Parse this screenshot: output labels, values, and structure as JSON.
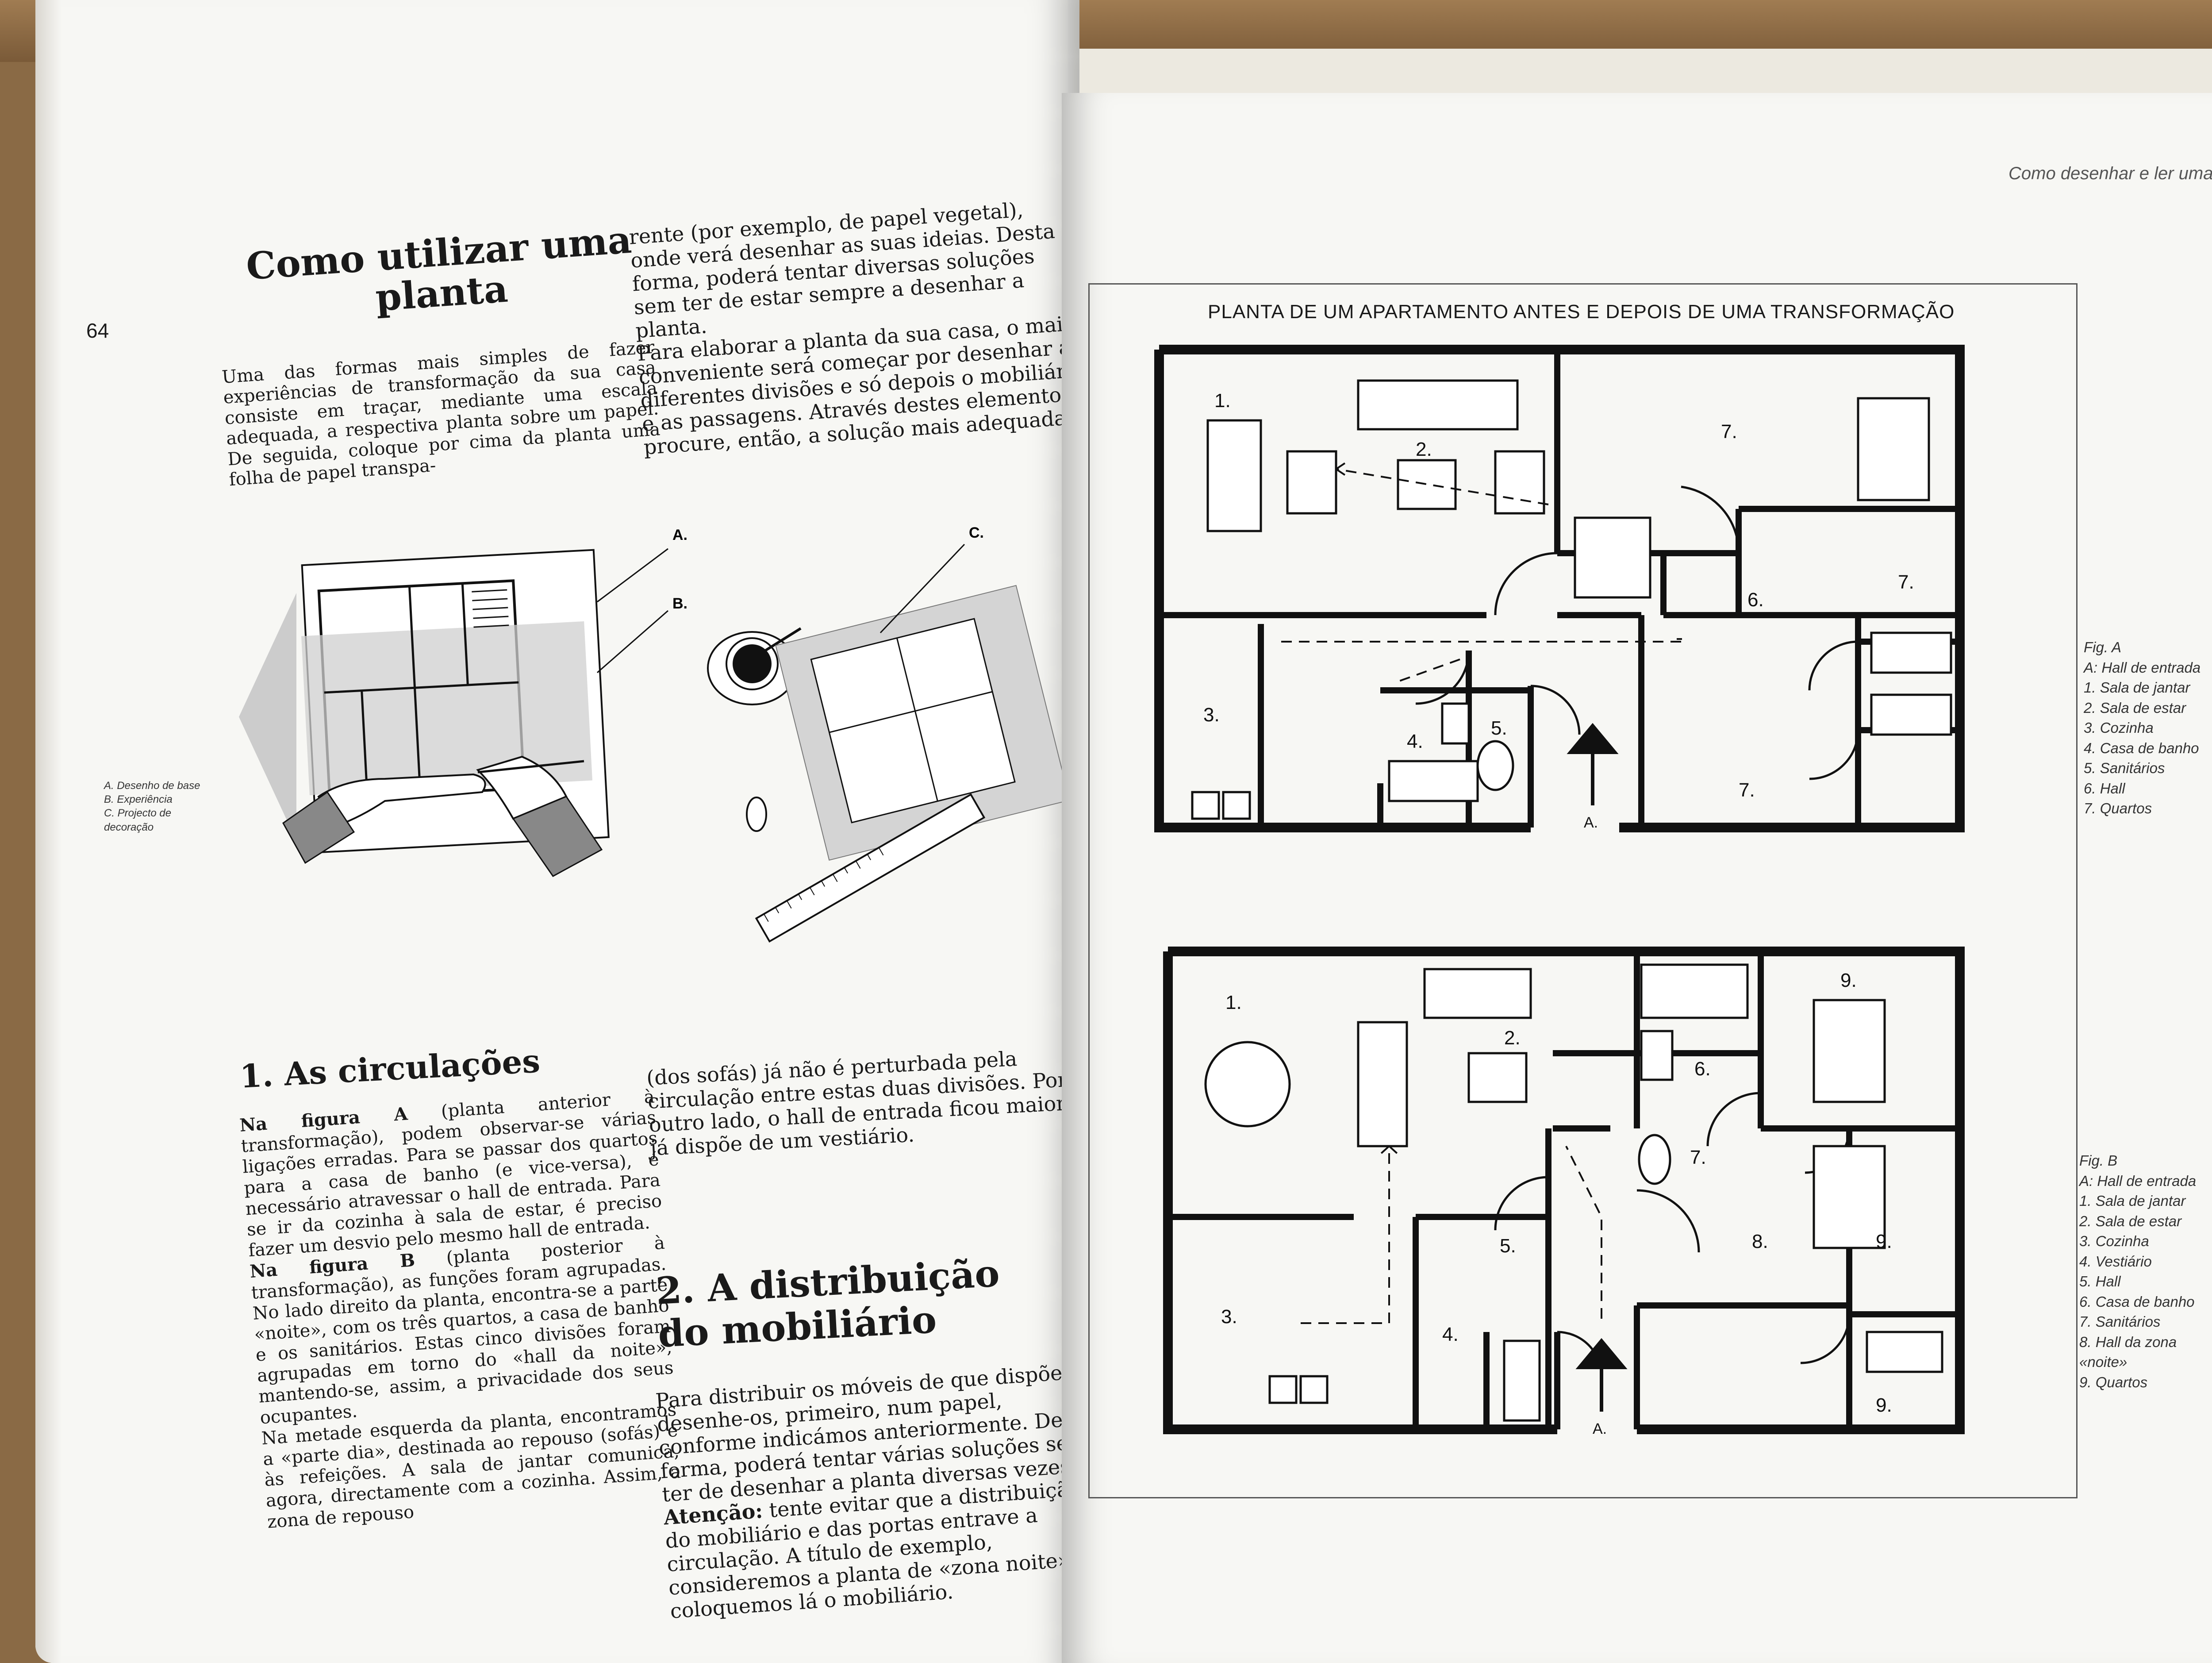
{
  "left_page": {
    "page_number": "64",
    "title": "Como utilizar uma planta",
    "intro": "Uma das formas mais simples de fazer experiências de transformação da sua casa consiste em traçar, mediante uma escala adequada, a respectiva planta sobre um papel. De seguida, coloque por cima da planta uma folha de papel transpa-",
    "col2_p1": "rente (por exemplo, de papel vegetal), onde verá desenhar as suas ideias. Desta forma, poderá tentar diversas soluções sem ter de estar sempre a desenhar a planta.",
    "col2_p2": "Para elaborar a planta da sua casa, o mais conveniente será começar por desenhar as diferentes divisões e só depois o mobiliário e as passagens. Através destes elementos, procure, então, a solução mais adequada.",
    "illustration_labels": {
      "a": "A.",
      "b": "B.",
      "c": "C."
    },
    "caption": [
      "A. Desenho de base",
      "B. Experiência",
      "C. Projecto de",
      "decoração"
    ],
    "section1": {
      "heading": "1. As circulações",
      "p1_lead": "Na figura A",
      "p1": " (planta anterior à transformação), podem observar-se várias ligações erradas. Para se passar dos quartos para a casa de banho (e vice-versa), é necessário atravessar o hall de entrada. Para se ir da cozinha à sala de estar, é preciso fazer um desvio pelo mesmo hall de entrada.",
      "p2_lead": "Na figura B",
      "p2": " (planta posterior à transformação), as funções foram agrupadas. No lado direito da planta, encontra-se a parte «noite», com os três quartos, a casa de banho e os sanitários. Estas cinco divisões foram agrupadas em torno do «hall da noite», mantendo-se, assim, a privacidade dos seus ocupantes.",
      "p3": "Na metade esquerda da planta, encontramos a «parte dia», destinada ao repouso (sofás) e às refeições. A sala de jantar comunica, agora, directamente com a cozinha. Assim, a zona de repouso",
      "continuation": "(dos sofás) já não é perturbada pela circulação entre estas duas divisões. Por outro lado, o hall de entrada ficou maior e já dispõe de um vestiário."
    },
    "section2": {
      "heading": "2. A distribuição do mobiliário",
      "p1": "Para distribuir os móveis de que dispõe, desenhe-os, primeiro, num papel, conforme indicámos anteriormente. Desta forma, poderá tentar várias soluções sem ter de desenhar a planta diversas vezes.",
      "attention_lead": "Atenção:",
      "attention": " tente evitar que a distribuição do mobiliário e das portas entrave a circulação. A título de exemplo, consideremos a planta de «zona noite» e coloquemos lá o mobiliário."
    }
  },
  "right_page": {
    "running_head": "Como desenhar e ler uma pla",
    "plan_title": "PLANTA DE UM APARTAMENTO ANTES E DEPOIS DE UMA TRANSFORMAÇÃO",
    "fig_a": {
      "labels": [
        "1.",
        "2.",
        "3.",
        "4.",
        "5.",
        "6.",
        "7.",
        "7.",
        "7.",
        "A."
      ],
      "legend": [
        "Fig. A",
        "A: Hall de entrada",
        "1. Sala de jantar",
        "2. Sala de estar",
        "3. Cozinha",
        "4. Casa de banho",
        "5. Sanitários",
        "6. Hall",
        "7. Quartos"
      ]
    },
    "fig_b": {
      "labels": [
        "1.",
        "2.",
        "3.",
        "4.",
        "5.",
        "6.",
        "7.",
        "8.",
        "9.",
        "9.",
        "9.",
        "A."
      ],
      "legend": [
        "Fig. B",
        "A: Hall de entrada",
        "1. Sala de jantar",
        "2. Sala de estar",
        "3. Cozinha",
        "4. Vestiário",
        "5. Hall",
        "6. Casa de banho",
        "7. Sanitários",
        "8. Hall da zona",
        "«noite»",
        "9. Quartos"
      ]
    }
  }
}
